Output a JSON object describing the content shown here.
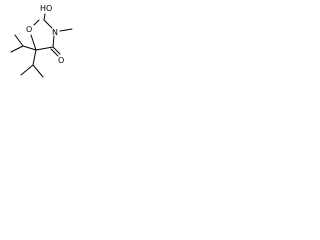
{
  "molecule": {
    "atoms": {
      "hydroxyl": "HO",
      "ring_oxygen": "O",
      "nitrogen": "N",
      "carbonyl_oxygen": "O"
    }
  }
}
